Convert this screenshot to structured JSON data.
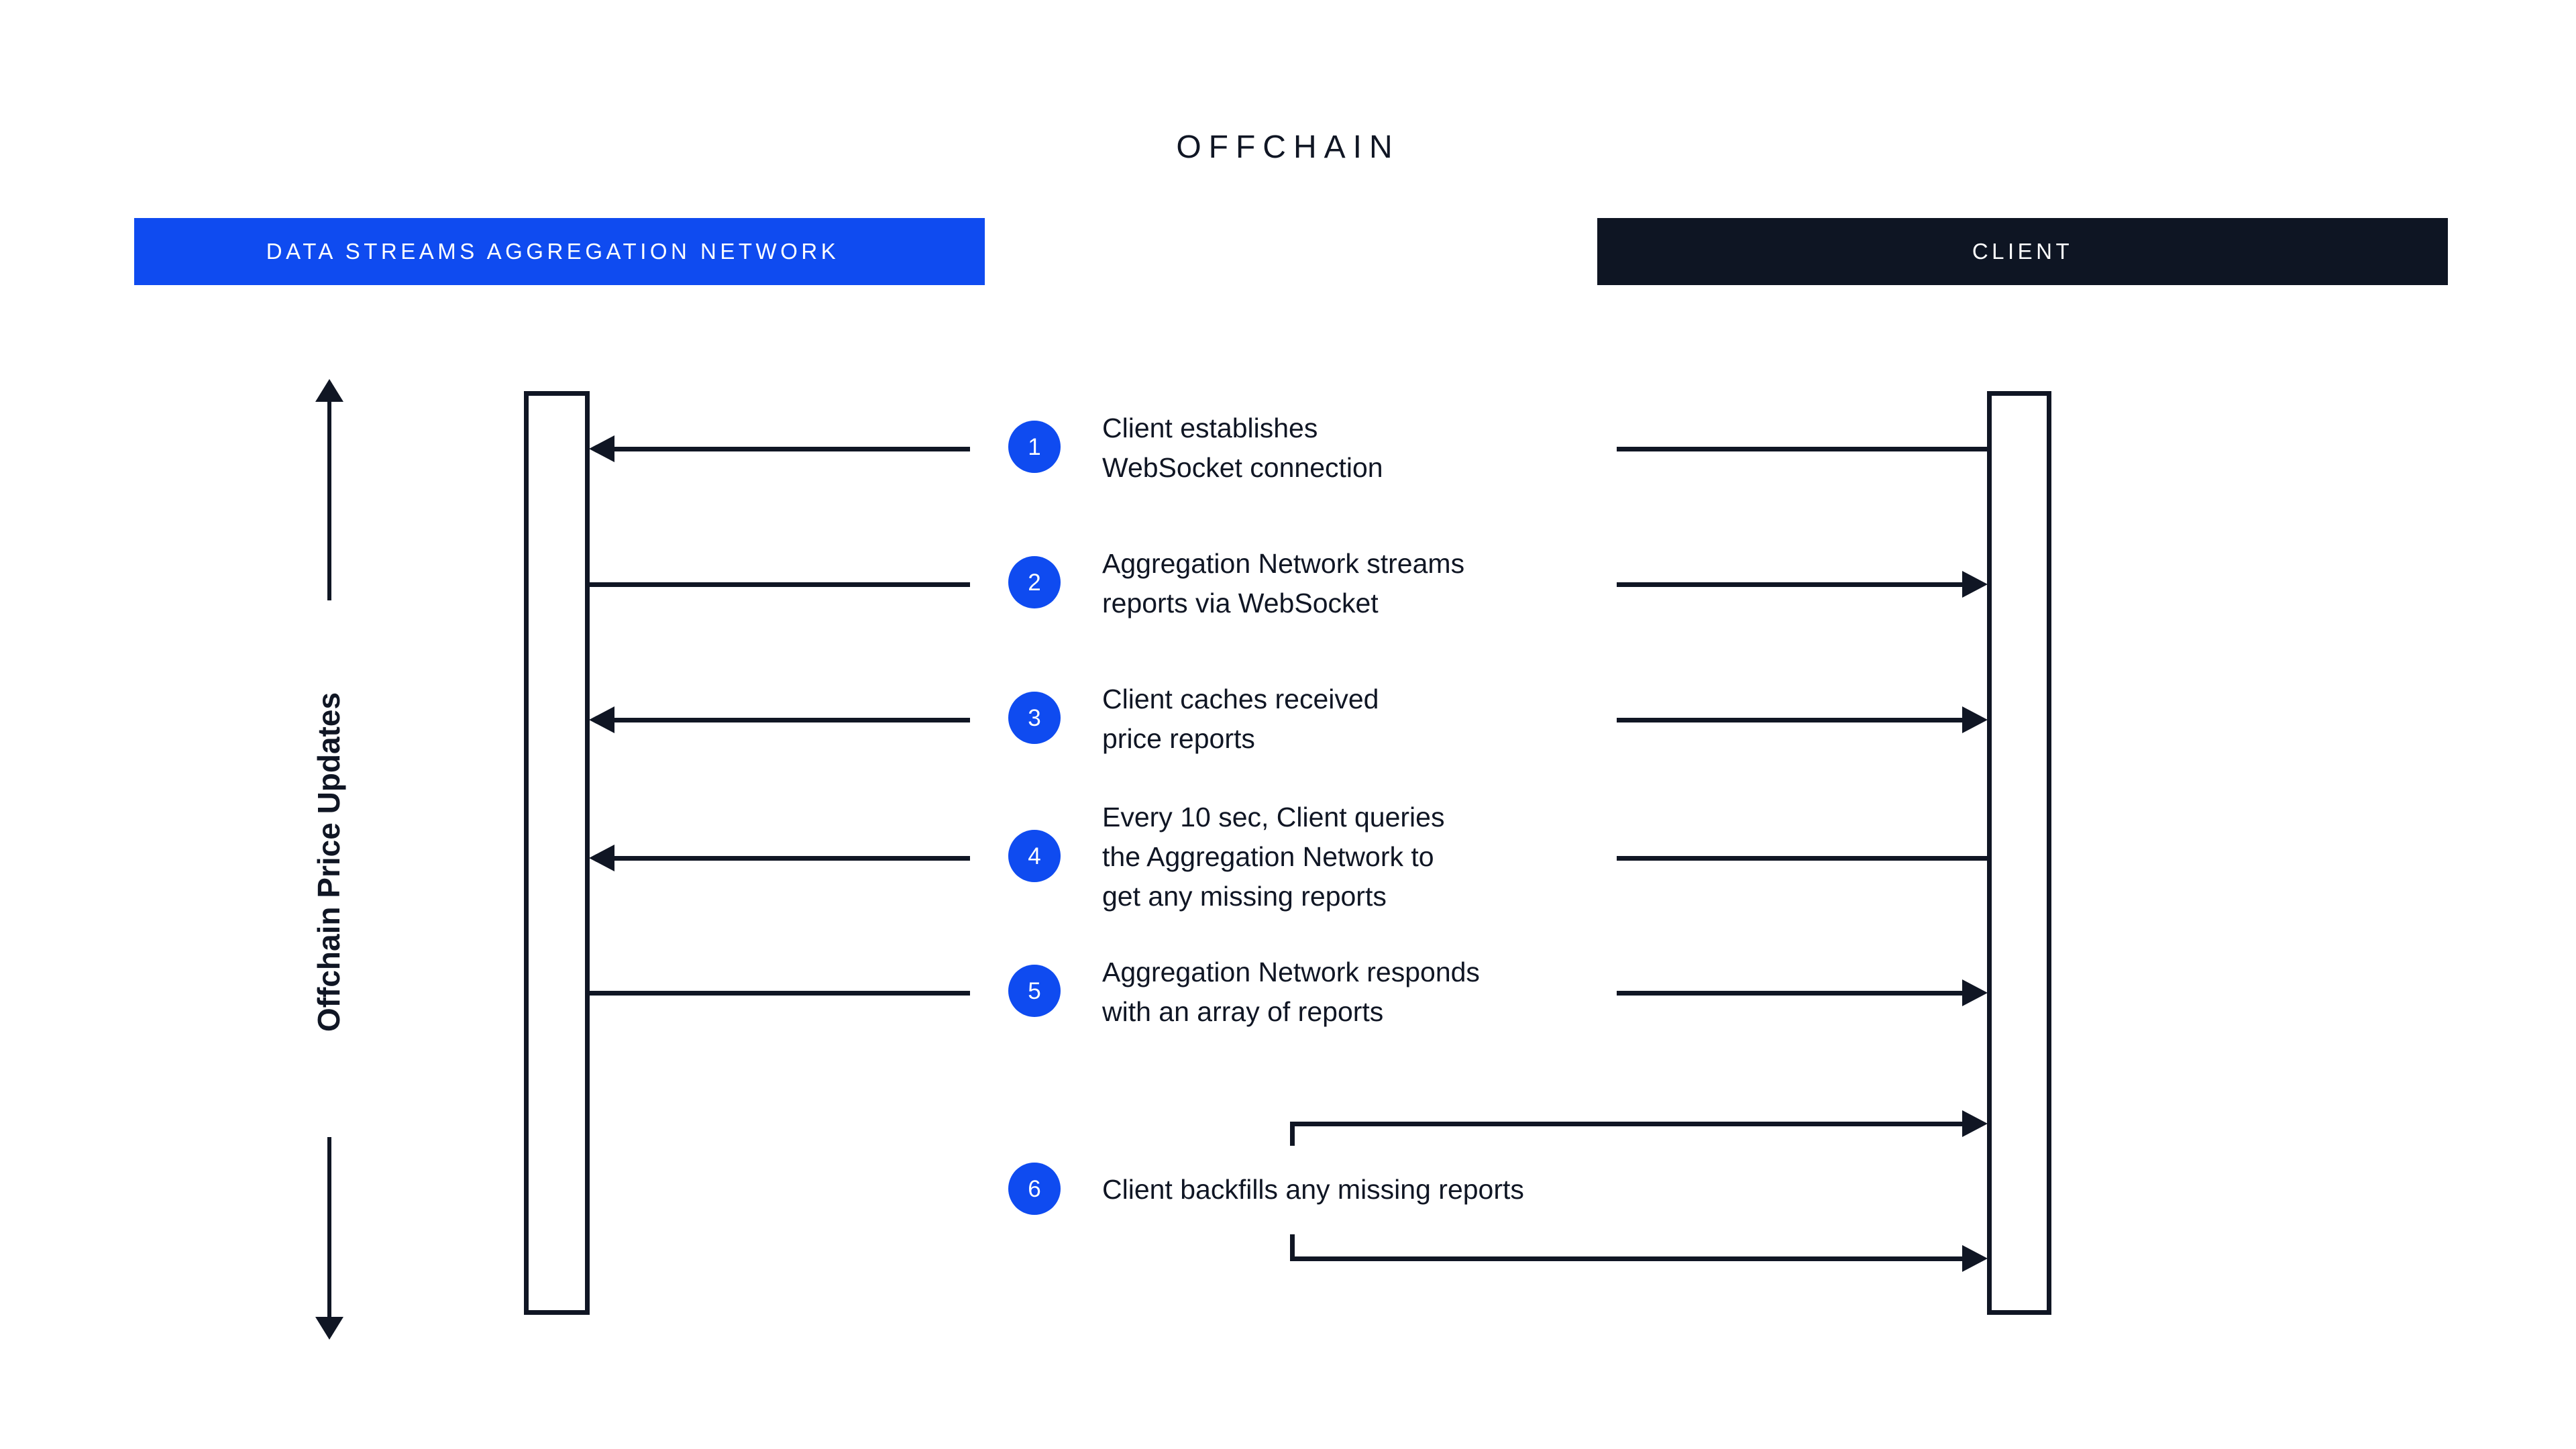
{
  "diagram": {
    "title": "OFFCHAIN",
    "axis_label": "Offchain Price Updates",
    "lanes": {
      "left": {
        "label": "DATA STREAMS AGGREGATION NETWORK",
        "color": "#0F4BF0"
      },
      "right": {
        "label": "CLIENT",
        "color": "#0E1523"
      }
    },
    "accent_color": "#0F4BF0",
    "ink_color": "#101624",
    "steps": [
      {
        "number": "1",
        "text": "Client establishes\nWebSocket connection"
      },
      {
        "number": "2",
        "text": "Aggregation Network streams\nreports via WebSocket"
      },
      {
        "number": "3",
        "text": "Client caches received\nprice reports"
      },
      {
        "number": "4",
        "text": "Every 10 sec, Client queries\nthe Aggregation Network to\nget any missing reports"
      },
      {
        "number": "5",
        "text": "Aggregation Network responds\nwith an array of reports"
      },
      {
        "number": "6",
        "text": "Client backfills any missing reports"
      }
    ]
  }
}
